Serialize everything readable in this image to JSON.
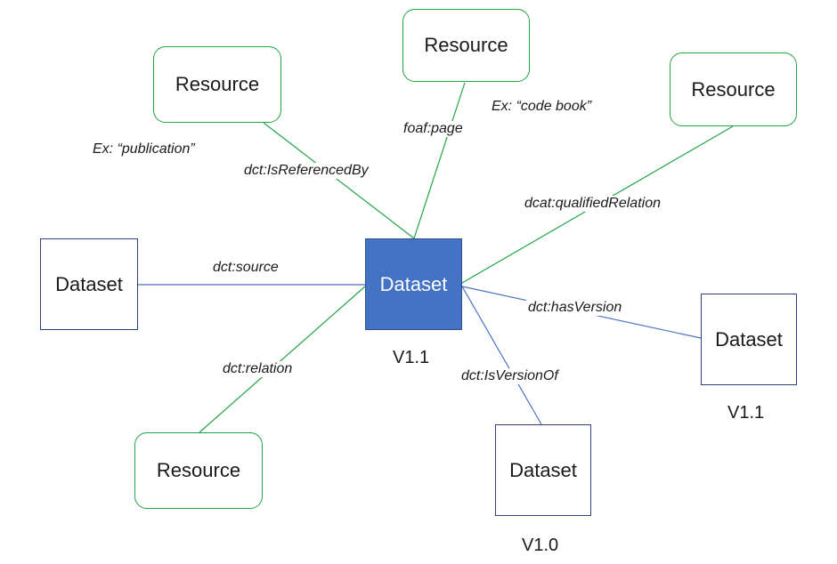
{
  "nodes": {
    "resource_top_left": "Resource",
    "resource_top": "Resource",
    "resource_top_right": "Resource",
    "resource_bottom_left": "Resource",
    "dataset_left": "Dataset",
    "dataset_center": "Dataset",
    "dataset_right": "Dataset",
    "dataset_bottom": "Dataset"
  },
  "edges": {
    "is_referenced_by": "dct:IsReferencedBy",
    "foaf_page": "foaf:page",
    "qualified_relation": "dcat:qualifiedRelation",
    "source": "dct:source",
    "relation": "dct:relation",
    "has_version": "dct:hasVersion",
    "is_version_of": "dct:IsVersionOf"
  },
  "examples": {
    "publication": "Ex: “publication”",
    "code_book": "Ex: “code book”"
  },
  "versions": {
    "center": "V1.1",
    "right": "V1.1",
    "bottom": "V1.0"
  }
}
